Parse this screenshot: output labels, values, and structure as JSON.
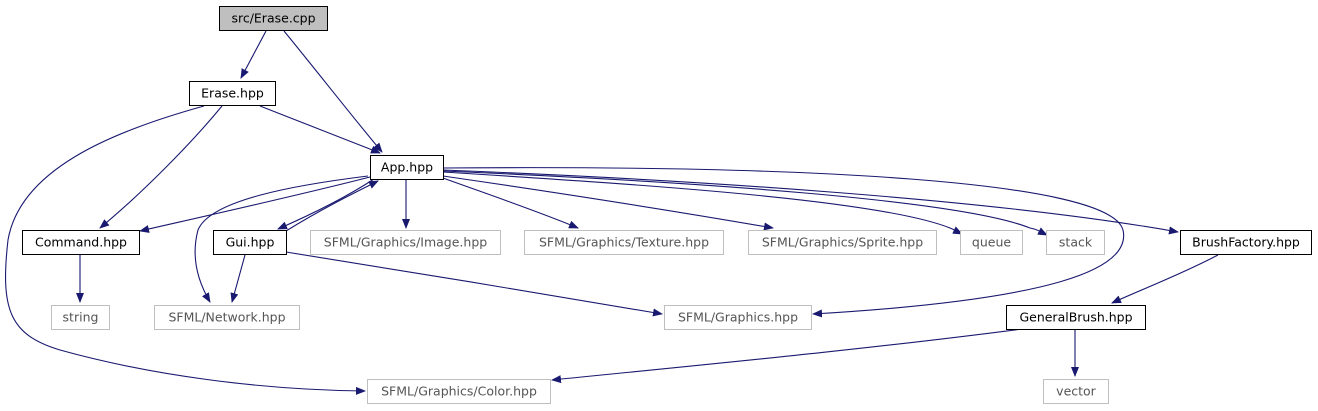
{
  "graph": {
    "colors": {
      "root_fill": "#bfbfbf",
      "local_stroke": "#000000",
      "system_stroke": "#bfbfbf",
      "text": "#000000",
      "system_text": "#555555",
      "edge": "#191970"
    },
    "nodes": {
      "erase_cpp": {
        "label": "src/Erase.cpp",
        "kind": "root"
      },
      "erase_hpp": {
        "label": "Erase.hpp",
        "kind": "local"
      },
      "app_hpp": {
        "label": "App.hpp",
        "kind": "local"
      },
      "command_hpp": {
        "label": "Command.hpp",
        "kind": "local"
      },
      "gui_hpp": {
        "label": "Gui.hpp",
        "kind": "local"
      },
      "sfml_image": {
        "label": "SFML/Graphics/Image.hpp",
        "kind": "system"
      },
      "sfml_texture": {
        "label": "SFML/Graphics/Texture.hpp",
        "kind": "system"
      },
      "sfml_sprite": {
        "label": "SFML/Graphics/Sprite.hpp",
        "kind": "system"
      },
      "queue": {
        "label": "queue",
        "kind": "system"
      },
      "stack": {
        "label": "stack",
        "kind": "system"
      },
      "brushfactory_hpp": {
        "label": "BrushFactory.hpp",
        "kind": "local"
      },
      "string": {
        "label": "string",
        "kind": "system"
      },
      "sfml_network": {
        "label": "SFML/Network.hpp",
        "kind": "system"
      },
      "sfml_graphics": {
        "label": "SFML/Graphics.hpp",
        "kind": "system"
      },
      "generalbrush_hpp": {
        "label": "GeneralBrush.hpp",
        "kind": "local"
      },
      "vector": {
        "label": "vector",
        "kind": "system"
      },
      "sfml_color": {
        "label": "SFML/Graphics/Color.hpp",
        "kind": "system"
      }
    },
    "edges": [
      {
        "from": "erase_cpp",
        "to": "erase_hpp"
      },
      {
        "from": "erase_cpp",
        "to": "app_hpp"
      },
      {
        "from": "erase_hpp",
        "to": "app_hpp"
      },
      {
        "from": "erase_hpp",
        "to": "command_hpp"
      },
      {
        "from": "erase_hpp",
        "to": "sfml_color"
      },
      {
        "from": "app_hpp",
        "to": "command_hpp"
      },
      {
        "from": "app_hpp",
        "to": "gui_hpp"
      },
      {
        "from": "app_hpp",
        "to": "sfml_network"
      },
      {
        "from": "app_hpp",
        "to": "sfml_image"
      },
      {
        "from": "app_hpp",
        "to": "sfml_texture"
      },
      {
        "from": "app_hpp",
        "to": "sfml_sprite"
      },
      {
        "from": "app_hpp",
        "to": "queue"
      },
      {
        "from": "app_hpp",
        "to": "stack"
      },
      {
        "from": "app_hpp",
        "to": "brushfactory_hpp"
      },
      {
        "from": "app_hpp",
        "to": "sfml_graphics"
      },
      {
        "from": "gui_hpp",
        "to": "app_hpp"
      },
      {
        "from": "gui_hpp",
        "to": "sfml_network"
      },
      {
        "from": "gui_hpp",
        "to": "sfml_graphics"
      },
      {
        "from": "command_hpp",
        "to": "string"
      },
      {
        "from": "brushfactory_hpp",
        "to": "generalbrush_hpp"
      },
      {
        "from": "generalbrush_hpp",
        "to": "sfml_color"
      },
      {
        "from": "generalbrush_hpp",
        "to": "vector"
      }
    ]
  }
}
